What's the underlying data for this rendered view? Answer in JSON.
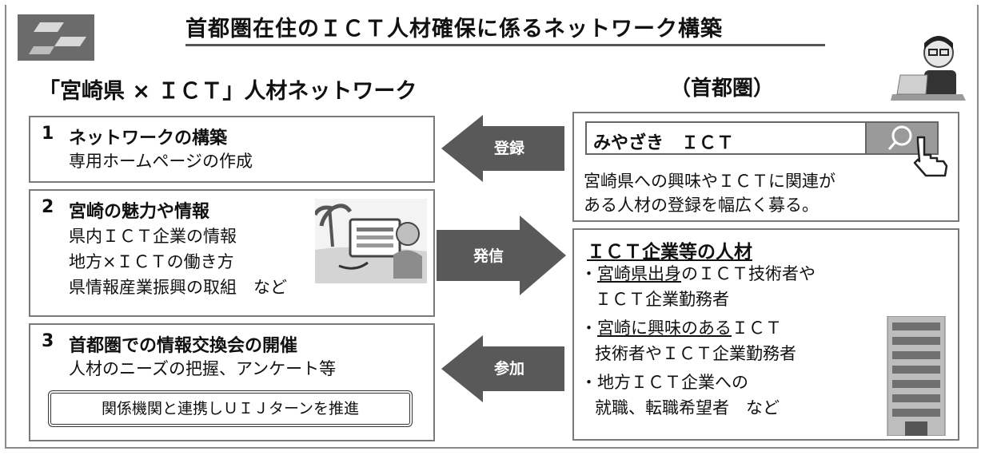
{
  "title": "首都圏在住のＩＣＴ人材確保に係るネットワーク構築",
  "left_heading": "「宮崎県 × ＩＣＴ」人材ネットワーク",
  "right_heading": "（首都圏）",
  "steps": [
    {
      "number": "1",
      "title": "ネットワークの構築",
      "lines": [
        "専用ホームページの作成"
      ]
    },
    {
      "number": "2",
      "title": "宮崎の魅力や情報",
      "lines": [
        "県内ＩＣＴ企業の情報",
        "地方×ＩＣＴの働き方",
        "県情報産業振興の取組　など"
      ]
    },
    {
      "number": "3",
      "title": "首都圏での情報交換会の開催",
      "lines": [
        "人材のニーズの把握、アンケート等"
      ],
      "note": "関係機関と連携しＵＩＪターンを推進"
    }
  ],
  "arrows": {
    "register": "登録",
    "send": "発信",
    "join": "参加"
  },
  "search": {
    "query": "みやざき　ＩＣＴ",
    "lines": [
      "宮崎県への興味やＩＣＴに関連が",
      "ある人材の登録を幅広く募る。"
    ]
  },
  "talent": {
    "title": "ＩＣＴ企業等の人材",
    "b1_u": "宮崎県出身",
    "b1_rest": "のＩＣＴ技術者や",
    "b1_line2": "ＩＣＴ企業勤務者",
    "b2_u": "宮崎に興味のある",
    "b2_rest": "ＩＣＴ",
    "b2_line2": "技術者やＩＣＴ企業勤務者",
    "b3_line1": "・地方ＩＣＴ企業への",
    "b3_line2": "就職、転職希望者　など",
    "bullet": "・"
  },
  "colors": {
    "arrow": "#595959",
    "border": "#7a7a7a",
    "search_button": "#9a9a9a"
  },
  "icons": [
    "logo-icon",
    "person-laptop-icon",
    "search-icon",
    "pointing-hand-icon",
    "beach-computer-icon",
    "office-building-icon"
  ]
}
